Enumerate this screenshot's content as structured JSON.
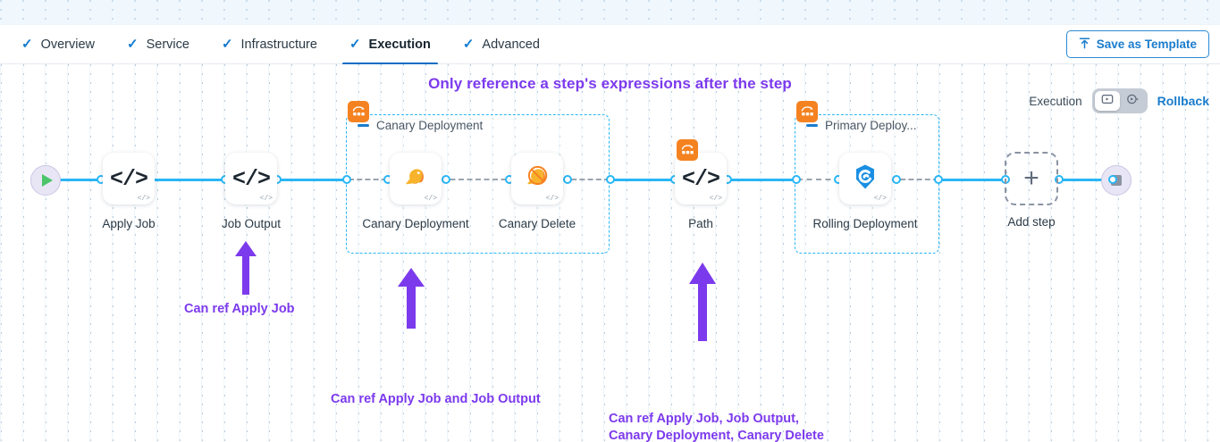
{
  "tabs": [
    {
      "label": "Overview",
      "icon": "check-icon",
      "active": false
    },
    {
      "label": "Service",
      "icon": "check-icon",
      "active": false
    },
    {
      "label": "Infrastructure",
      "icon": "check-icon",
      "active": false
    },
    {
      "label": "Execution",
      "icon": "check-icon",
      "active": true
    },
    {
      "label": "Advanced",
      "icon": "check-icon",
      "active": false
    }
  ],
  "header": {
    "save_template_label": "Save as Template",
    "save_template_icon": "upload-icon"
  },
  "canvas": {
    "headline": "Only reference a step's expressions after the step"
  },
  "exec_controls": {
    "label": "Execution",
    "execution_icon": "execution-play-icon",
    "rollback_icon": "rollback-circle-icon",
    "selected": "execution",
    "rollback_label": "Rollback"
  },
  "pipeline": {
    "start_node": {
      "name": "start-node",
      "icon": "play-icon"
    },
    "end_node": {
      "name": "end-node",
      "icon": "stop-icon"
    },
    "add_step": {
      "label": "Add step",
      "icon": "plus-icon"
    },
    "nodes": [
      {
        "id": "apply-job",
        "label": "Apply Job",
        "icon": "code-icon",
        "badge": "code-mini-icon"
      },
      {
        "id": "job-output",
        "label": "Job Output",
        "icon": "code-icon",
        "badge": "code-mini-icon"
      },
      {
        "id": "canary-deployment",
        "label": "Canary\nDeployment",
        "icon": "canary-bird-icon",
        "badge": "code-mini-icon"
      },
      {
        "id": "canary-delete",
        "label": "Canary Delete",
        "icon": "canary-delete-icon",
        "badge": "code-mini-icon"
      },
      {
        "id": "path",
        "label": "Path",
        "icon": "code-icon",
        "badge": "code-mini-icon"
      },
      {
        "id": "rolling-deployment",
        "label": "Rolling\nDeployment",
        "icon": "rolling-swirl-icon",
        "badge": "code-mini-icon"
      }
    ],
    "groups": [
      {
        "id": "canary-deployment-group",
        "label": "Canary Deployment",
        "badge_icon": "step-group-icon"
      },
      {
        "id": "primary-deployment-group",
        "label": "Primary Deploy...",
        "badge_icon": "step-group-icon"
      }
    ]
  },
  "annotations": [
    {
      "id": "annotation-apply-job",
      "text": "Can ref Apply Job"
    },
    {
      "id": "annotation-canary-deployment",
      "text": "Can ref Apply Job and Job Output"
    },
    {
      "id": "annotation-path",
      "text": "Can ref Apply Job, Job Output,\nCanary Deployment, Canary Delete"
    }
  ],
  "colors": {
    "accent_blue": "#1a7ccc",
    "connector_blue": "#29b6f6",
    "annotation_purple": "#7c3aed",
    "group_orange": "#f58220"
  }
}
